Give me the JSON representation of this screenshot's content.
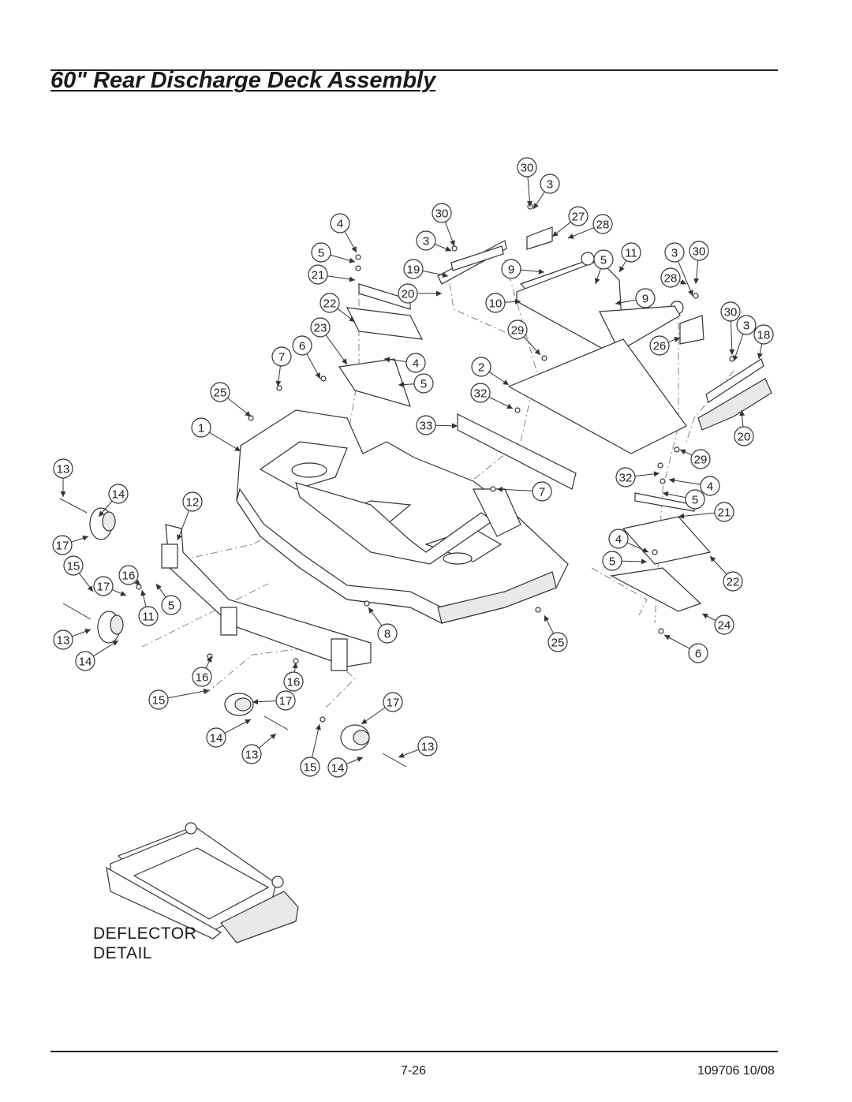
{
  "page": {
    "title": "60\" Rear Discharge Deck Assembly",
    "detail_label_line1": "DEFLECTOR",
    "detail_label_line2": "DETAIL",
    "page_number": "7-26",
    "doc_code": "109706 10/08"
  },
  "callouts": [
    "30",
    "3",
    "30",
    "27",
    "28",
    "4",
    "3",
    "5",
    "11",
    "3",
    "30",
    "5",
    "19",
    "9",
    "21",
    "28",
    "20",
    "9",
    "22",
    "10",
    "30",
    "3",
    "18",
    "29",
    "23",
    "26",
    "6",
    "7",
    "4",
    "2",
    "5",
    "25",
    "32",
    "1",
    "33",
    "20",
    "13",
    "29",
    "32",
    "4",
    "14",
    "12",
    "7",
    "5",
    "21",
    "17",
    "4",
    "15",
    "16",
    "5",
    "22",
    "17",
    "5",
    "11",
    "24",
    "13",
    "8",
    "25",
    "14",
    "6",
    "16",
    "16",
    "15",
    "17",
    "17",
    "14",
    "13",
    "13",
    "15",
    "14"
  ]
}
